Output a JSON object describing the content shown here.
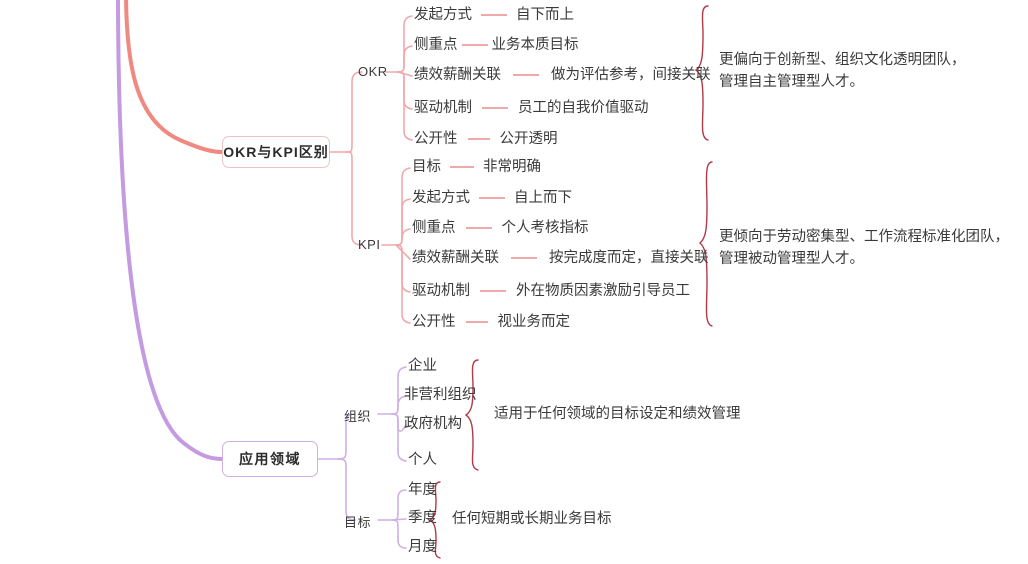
{
  "diagram": {
    "type": "mindmap",
    "title_visible": false,
    "colors": {
      "okr_branch": "#f0a9ab",
      "root_curve_pink": "#f08a80",
      "root_curve_purple": "#c49ae0",
      "apply_branch": "#cfb0e4",
      "brace": "#b23a48",
      "text": "#3a3a3a",
      "box_border_pink": "#eec3c3",
      "box_border_purple": "#cfb0e4",
      "background": "#ffffff"
    }
  },
  "topics": [
    {
      "id": "okr-kpi-difference",
      "label": "OKR与KPI区别",
      "branches": [
        {
          "id": "okr",
          "label": "OKR",
          "summary": "更偏向于创新型、组织文化透明团队，\n管理自主管理型人才。",
          "leaves": [
            {
              "key": "发起方式",
              "value": "自下而上"
            },
            {
              "key": "侧重点",
              "value": "业务本质目标"
            },
            {
              "key": "绩效薪酬关联",
              "value": "做为评估参考，间接关联"
            },
            {
              "key": "驱动机制",
              "value": "员工的自我价值驱动"
            },
            {
              "key": "公开性",
              "value": "公开透明"
            }
          ]
        },
        {
          "id": "kpi",
          "label": "KPI",
          "summary": "更倾向于劳动密集型、工作流程标准化团队，\n管理被动管理型人才。",
          "leaves": [
            {
              "key": "目标",
              "value": "非常明确"
            },
            {
              "key": "发起方式",
              "value": "自上而下"
            },
            {
              "key": "侧重点",
              "value": "个人考核指标"
            },
            {
              "key": "绩效薪酬关联",
              "value": "按完成度而定，直接关联"
            },
            {
              "key": "驱动机制",
              "value": "外在物质因素激励引导员工"
            },
            {
              "key": "公开性",
              "value": "视业务而定"
            }
          ]
        }
      ]
    },
    {
      "id": "application-domain",
      "label": "应用领域",
      "branches": [
        {
          "id": "organization",
          "label": "组织",
          "summary": "适用于任何领域的目标设定和绩效管理",
          "leaves": [
            {
              "key": "企业",
              "value": ""
            },
            {
              "key": "非营利组织",
              "value": ""
            },
            {
              "key": "政府机构",
              "value": ""
            },
            {
              "key": "个人",
              "value": ""
            }
          ]
        },
        {
          "id": "goal",
          "label": "目标",
          "summary": "任何短期或长期业务目标",
          "leaves": [
            {
              "key": "年度",
              "value": ""
            },
            {
              "key": "季度",
              "value": ""
            },
            {
              "key": "月度",
              "value": ""
            }
          ]
        }
      ]
    }
  ]
}
